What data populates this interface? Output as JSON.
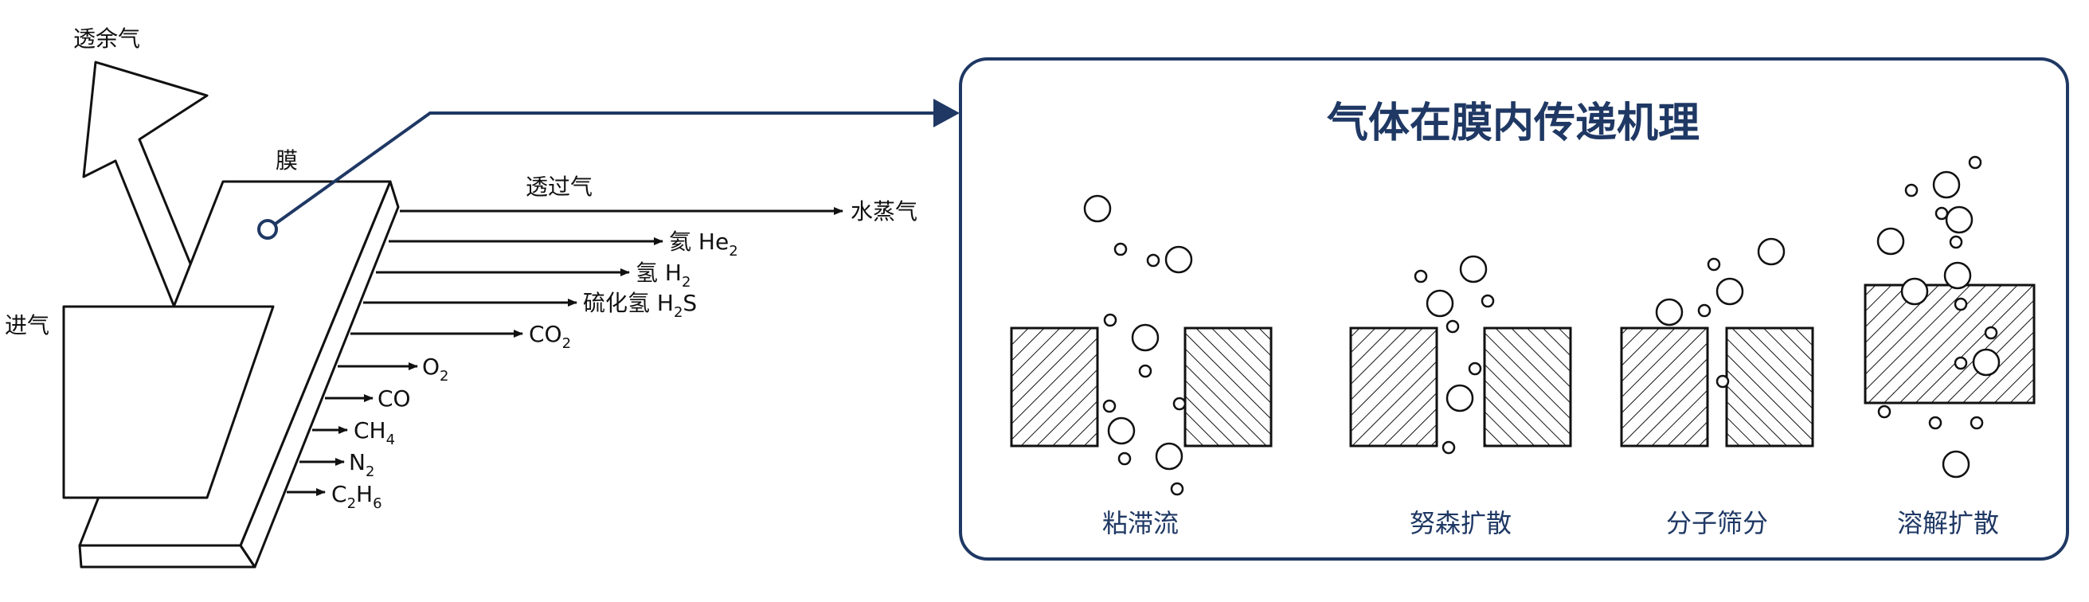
{
  "colors": {
    "accent": "#1f3864",
    "ink": "#111111",
    "background": "#ffffff"
  },
  "left": {
    "retentate_label": "透余气",
    "membrane_label": "膜",
    "permeate_label": "透过气",
    "feed_label": "进气",
    "gases": [
      {
        "label": "水蒸气",
        "sub": "",
        "tail": ""
      },
      {
        "label": "氦 He",
        "sub": "2",
        "tail": ""
      },
      {
        "label": "氢 H",
        "sub": "2",
        "tail": ""
      },
      {
        "label": "硫化氢 H",
        "sub": "2",
        "tail": "S"
      },
      {
        "label": "CO",
        "sub": "2",
        "tail": ""
      },
      {
        "label": "O",
        "sub": "2",
        "tail": ""
      },
      {
        "label": "CO",
        "sub": "",
        "tail": ""
      },
      {
        "label": "CH",
        "sub": "4",
        "tail": ""
      },
      {
        "label": "N",
        "sub": "2",
        "tail": ""
      },
      {
        "label": "C",
        "sub": "2",
        "tail": "H",
        "sub2": "6"
      }
    ]
  },
  "panel": {
    "title": "气体在膜内传递机理",
    "mechanisms": [
      {
        "caption": "粘滞流"
      },
      {
        "caption": "努森扩散"
      },
      {
        "caption": "分子筛分"
      },
      {
        "caption": "溶解扩散"
      }
    ]
  }
}
